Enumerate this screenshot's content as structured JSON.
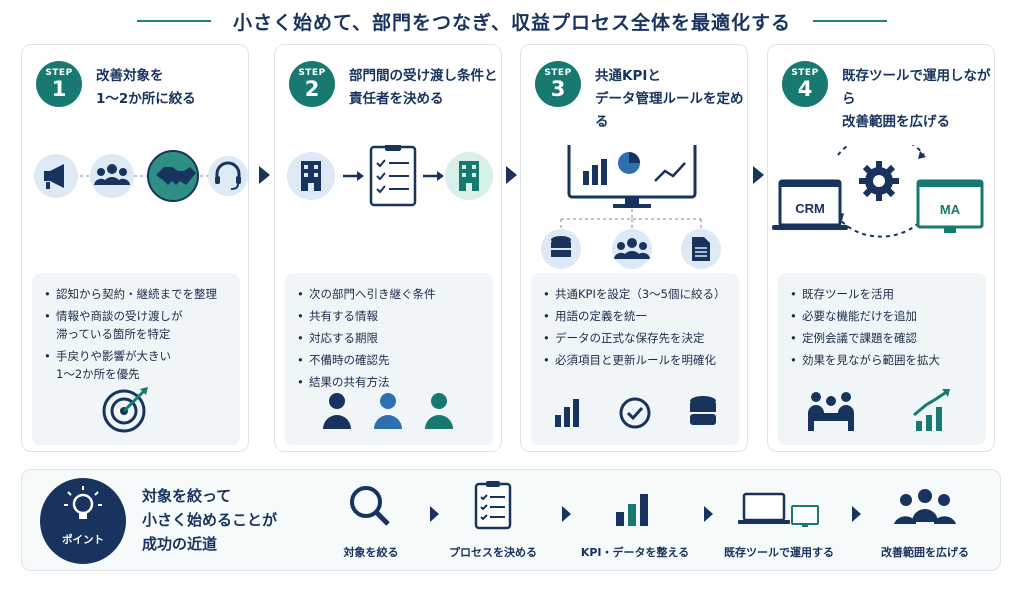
{
  "header": {
    "title": "小さく始めて、部門をつなぎ、収益プロセス全体を最適化する"
  },
  "steps": [
    {
      "badge": "STEP",
      "num": "1",
      "title": "改善対象を\n1〜2か所に絞る",
      "bullets": [
        "認知から契約・継続までを整理",
        "情報や商談の受け渡しが\n滞っている箇所を特定",
        "手戻りや影響が大きい\n1〜2か所を優先"
      ]
    },
    {
      "badge": "STEP",
      "num": "2",
      "title": "部門間の受け渡し条件と\n責任者を決める",
      "bullets": [
        "次の部門へ引き継ぐ条件",
        "共有する情報",
        "対応する期限",
        "不備時の確認先",
        "結果の共有方法"
      ]
    },
    {
      "badge": "STEP",
      "num": "3",
      "title": "共通KPIと\nデータ管理ルールを定める",
      "bullets": [
        "共通KPIを設定（3〜5個に絞る）",
        "用語の定義を統一",
        "データの正式な保存先を決定",
        "必須項目と更新ルールを明確化"
      ]
    },
    {
      "badge": "STEP",
      "num": "4",
      "title": "既存ツールで運用しながら\n改善範囲を広げる",
      "bullets": [
        "既存ツールを活用",
        "必要な機能だけを追加",
        "定例会議で課題を確認",
        "効果を見ながら範囲を拡大"
      ]
    }
  ],
  "step4_labels": {
    "crm": "CRM",
    "ma": "MA"
  },
  "point": {
    "label": "ポイント",
    "text": "対象を絞って\n小さく始めることが\n成功の近道",
    "flow": [
      "対象を絞る",
      "プロセスを決める",
      "KPI・データを整える",
      "既存ツールで運用する",
      "改善範囲を広げる"
    ]
  },
  "colors": {
    "navy": "#17335e",
    "teal": "#17796f",
    "lightblue": "#dde9f5",
    "mint": "#d9efe9"
  }
}
